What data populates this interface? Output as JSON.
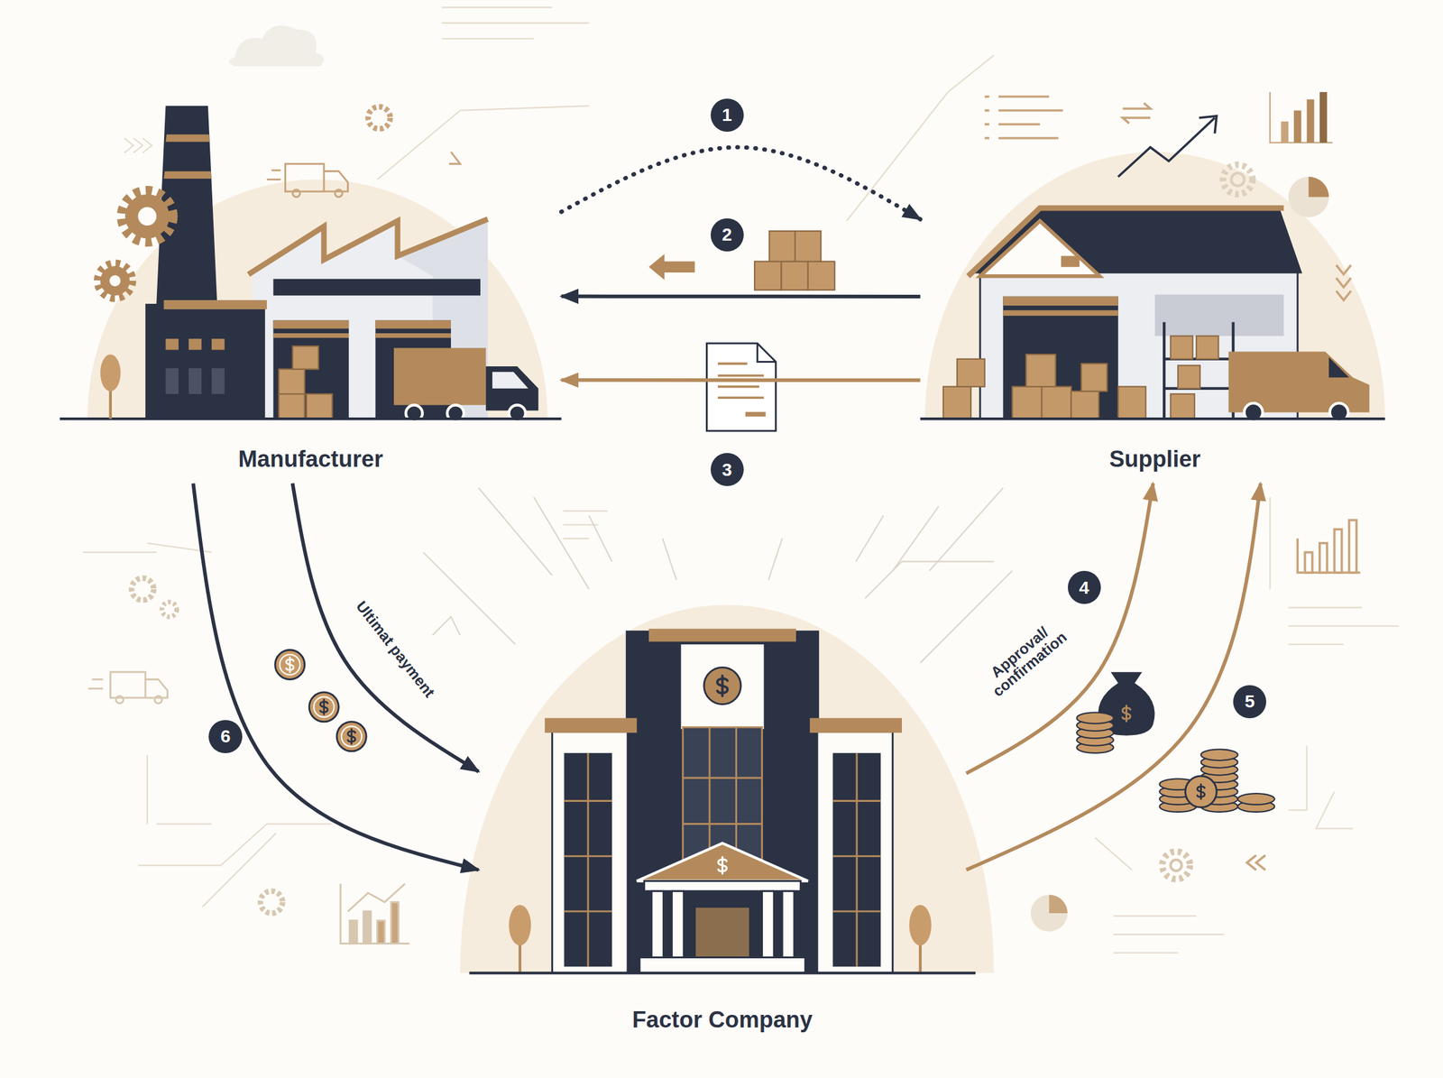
{
  "diagram": {
    "nodes": [
      {
        "text": [
          "Manufacturer"
        ]
      },
      {
        "text": [
          "Supplier"
        ]
      },
      {
        "text": [
          "Factor Company"
        ]
      }
    ],
    "edges": [
      {
        "from": 0,
        "to": 1,
        "arrow": "to"
      },
      {
        "from": 1,
        "to": 0,
        "arrow": "to"
      },
      {
        "from": 1,
        "to": 0,
        "arrow": "to"
      },
      {
        "from": 2,
        "to": 1,
        "label": "Approval/ confirmation",
        "arrow": "to"
      },
      {
        "from": 2,
        "to": 1,
        "arrow": "to"
      },
      {
        "from": 0,
        "to": 2,
        "label": "Ultimat payment",
        "arrow": "to"
      },
      {
        "from": 0,
        "to": 2,
        "arrow": "to"
      }
    ],
    "labels": [
      "1",
      "2",
      "3",
      "4",
      "5",
      "6"
    ]
  }
}
